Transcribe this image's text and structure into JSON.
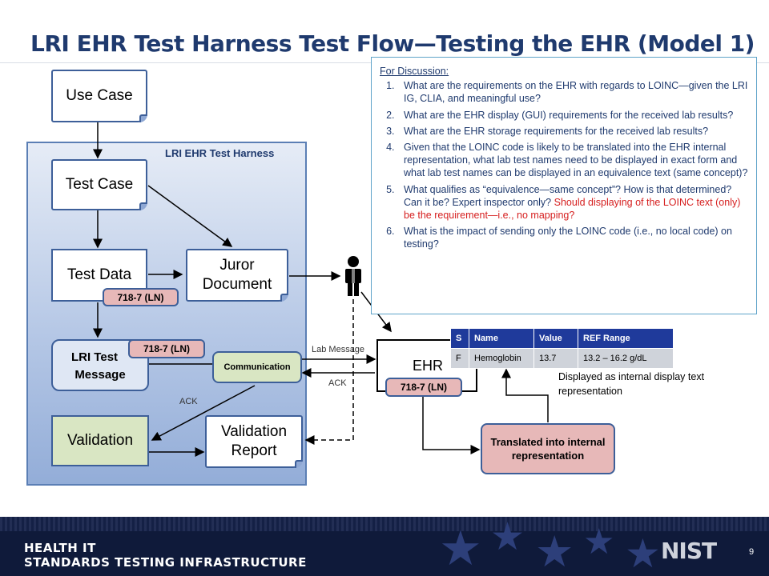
{
  "title": "LRI EHR Test Harness Test Flow—Testing the EHR (Model 1)",
  "harness_label": "LRI EHR Test Harness",
  "nodes": {
    "use_case": "Use Case",
    "test_case": "Test Case",
    "test_data": "Test Data",
    "juror_document_line1": "Juror",
    "juror_document_line2": "Document",
    "lri_message_line1": "LRI Test",
    "lri_message_line2": "Message",
    "validation": "Validation",
    "validation_report_line1": "Validation",
    "validation_report_line2": "Report",
    "communication": "Communication",
    "ehr": "EHR",
    "translated": "Translated into internal representation"
  },
  "code_badge": "718-7 (LN)",
  "edge_labels": {
    "lab_message": "Lab Message",
    "ack_right": "ACK",
    "ack_left": "ACK"
  },
  "discussion": {
    "heading": "For Discussion:",
    "items": [
      "What are the requirements on the EHR with regards to LOINC—given the LRI IG, CLIA, and  meaningful use?",
      "What are the EHR display (GUI) requirements for the received lab results?",
      "What are the EHR storage requirements for the received lab results?",
      "Given that the LOINC code is likely to be translated into the EHR internal representation, what lab test names need to be displayed in exact form and what lab test names can be displayed in an equivalence text (same concept)?",
      "What qualifies as “equivalence—same concept”? How is that determined? Can it be? Expert inspector only?",
      "What is the impact of sending only the LOINC code (i.e., no local code) on testing?"
    ],
    "item5_red": "Should displaying of the LOINC text (only) be the requirement—i.e., no  mapping?"
  },
  "results_table": {
    "headers": [
      "S",
      "Name",
      "Value",
      "REF Range"
    ],
    "row": [
      "F",
      "Hemoglobin",
      "13.7",
      "13.2 – 16.2 g/dL"
    ]
  },
  "display_note": "Displayed as internal display text representation",
  "footer": {
    "line1": "HEALTH IT",
    "line2": "STANDARDS TESTING INFRASTRUCTURE",
    "logo": "NIST",
    "page_number": "9"
  },
  "colors": {
    "title": "#1f3a6e",
    "badge_fill": "#e7b8b8",
    "validation_fill": "#d9e6c3",
    "table_header": "#1f3a9b",
    "red_text": "#d62020"
  }
}
